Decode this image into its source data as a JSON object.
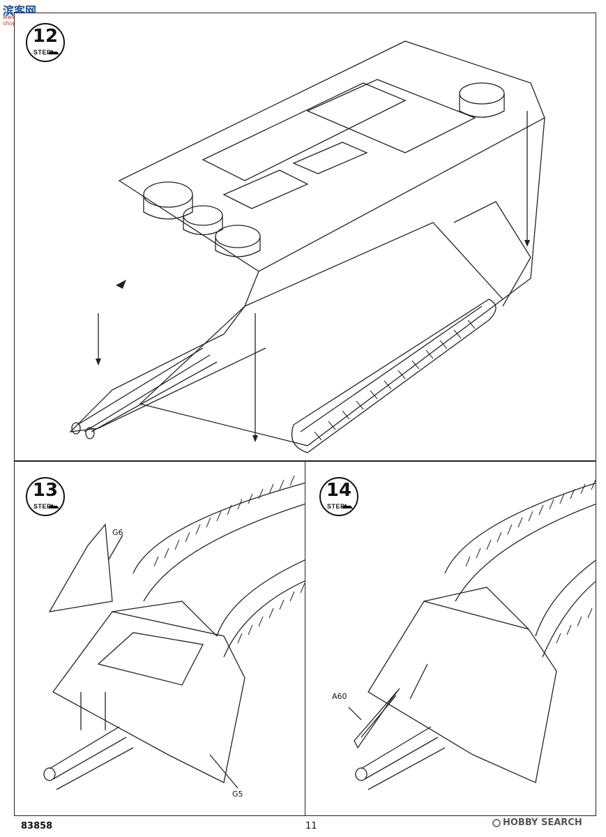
{
  "site_logo": {
    "line1": "滨客网",
    "line2": "www.pm-shop.com"
  },
  "steps": [
    {
      "number": "12",
      "label": "STEP"
    },
    {
      "number": "13",
      "label": "STEP"
    },
    {
      "number": "14",
      "label": "STEP"
    }
  ],
  "parts": {
    "g6": "G6",
    "g5": "G5",
    "a60": "A60"
  },
  "footer": {
    "doc_number": "83858",
    "page_number": "11"
  },
  "watermark": {
    "text": "HOBBY SEARCH"
  }
}
